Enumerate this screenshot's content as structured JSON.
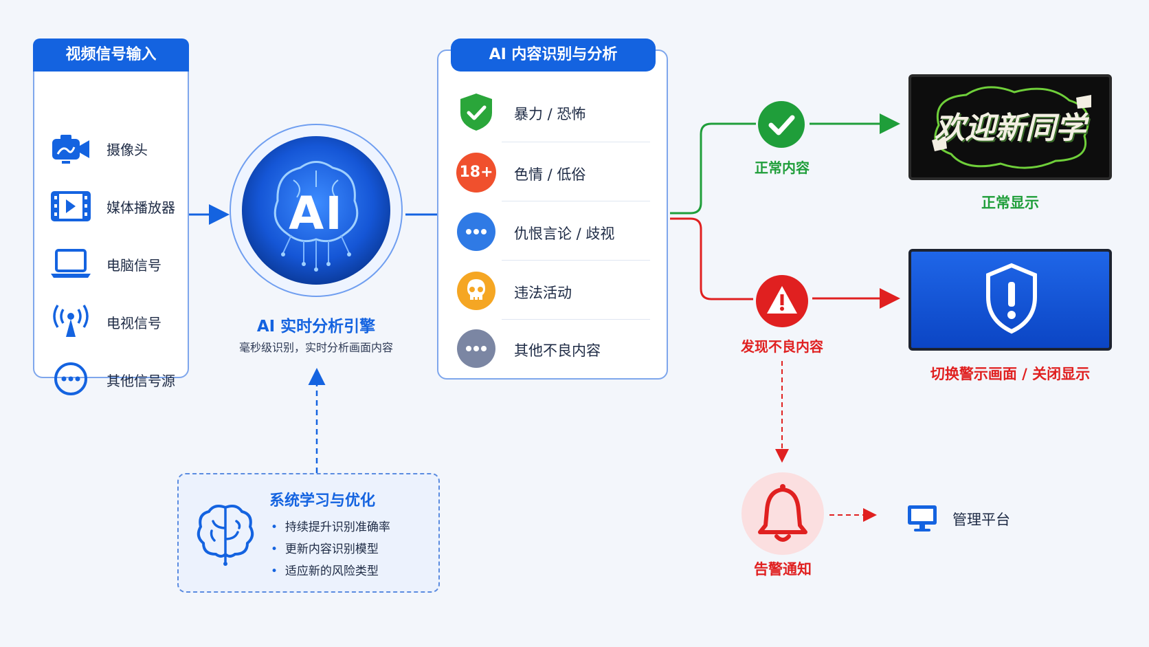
{
  "input_panel": {
    "title": "视频信号输入",
    "items": [
      {
        "label": "摄像头",
        "icon": "camera-icon"
      },
      {
        "label": "媒体播放器",
        "icon": "film-icon"
      },
      {
        "label": "电脑信号",
        "icon": "laptop-icon"
      },
      {
        "label": "电视信号",
        "icon": "antenna-icon"
      },
      {
        "label": "其他信号源",
        "icon": "more-icon"
      }
    ]
  },
  "engine": {
    "badge": "AI",
    "title": "AI 实时分析引擎",
    "subtitle": "毫秒级识别，实时分析画面内容"
  },
  "analysis_panel": {
    "title": "AI 内容识别与分析",
    "items": [
      {
        "label": "暴力 / 恐怖",
        "icon": "shield-check-icon",
        "color": "#2aa63a"
      },
      {
        "label": "色情 / 低俗",
        "icon": "18-plus-icon",
        "badge": "18+",
        "color": "#f0502d"
      },
      {
        "label": "仇恨言论 / 歧视",
        "icon": "chat-dots-icon",
        "color": "#2f7ae5"
      },
      {
        "label": "违法活动",
        "icon": "skull-icon",
        "color": "#f5a623"
      },
      {
        "label": "其他不良内容",
        "icon": "more-dots-icon",
        "color": "#7b86a3"
      }
    ]
  },
  "normal": {
    "label": "正常内容",
    "result": "正常显示",
    "screen_text": "欢迎新同学",
    "color": "#1f9e3a"
  },
  "bad": {
    "label": "发现不良内容",
    "result": "切换警示画面 / 关闭显示",
    "color": "#e02020"
  },
  "alert": {
    "label": "告警通知",
    "target": "管理平台"
  },
  "learning": {
    "title": "系统学习与优化",
    "items": [
      "持续提升识别准确率",
      "更新内容识别模型",
      "适应新的风险类型"
    ]
  }
}
